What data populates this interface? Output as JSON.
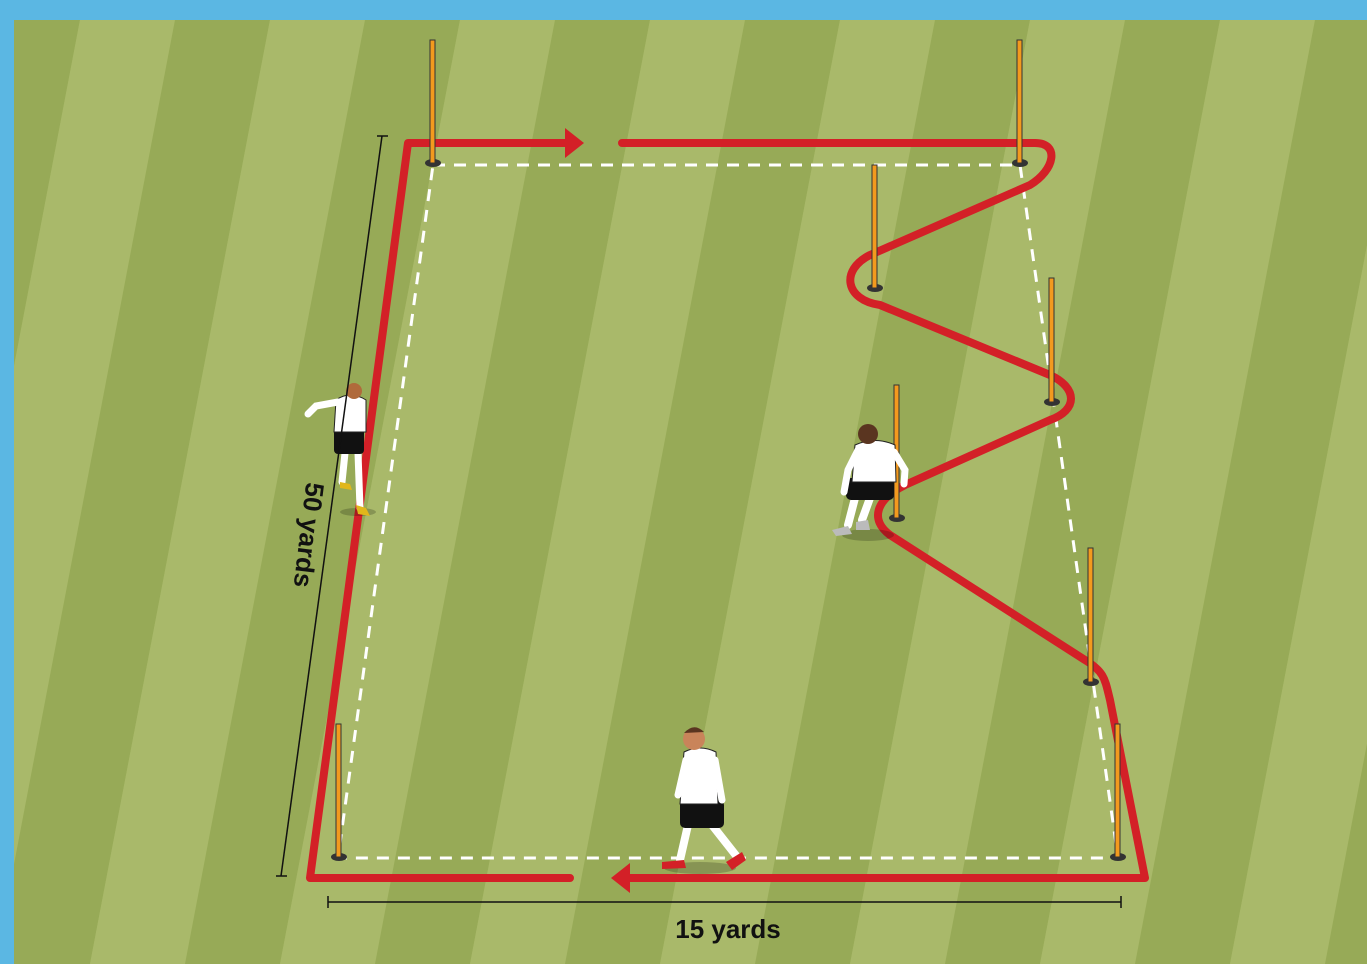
{
  "diagram": {
    "labels": {
      "length": "50 yards",
      "width": "15 yards"
    },
    "colors": {
      "frame": "#5bb7e3",
      "grass_light": "#a9b96a",
      "grass_dark": "#97aa57",
      "route": "#d32027",
      "boundary": "#ffffff",
      "pole": "#f39a1e",
      "pole_base": "#333333",
      "kit_shirt": "#ffffff",
      "kit_shorts": "#111111"
    },
    "poles": [
      "pole-top-left",
      "pole-top-right",
      "pole-slalom-1",
      "pole-slalom-2",
      "pole-slalom-3",
      "pole-slalom-4",
      "pole-bottom-right-inner",
      "pole-bottom-right",
      "pole-bottom-left"
    ],
    "players": [
      "player-running-left-side",
      "player-weaving-poles",
      "player-walking-bottom"
    ],
    "route_arrows": [
      "arrow-right-top",
      "arrow-left-bottom"
    ]
  }
}
